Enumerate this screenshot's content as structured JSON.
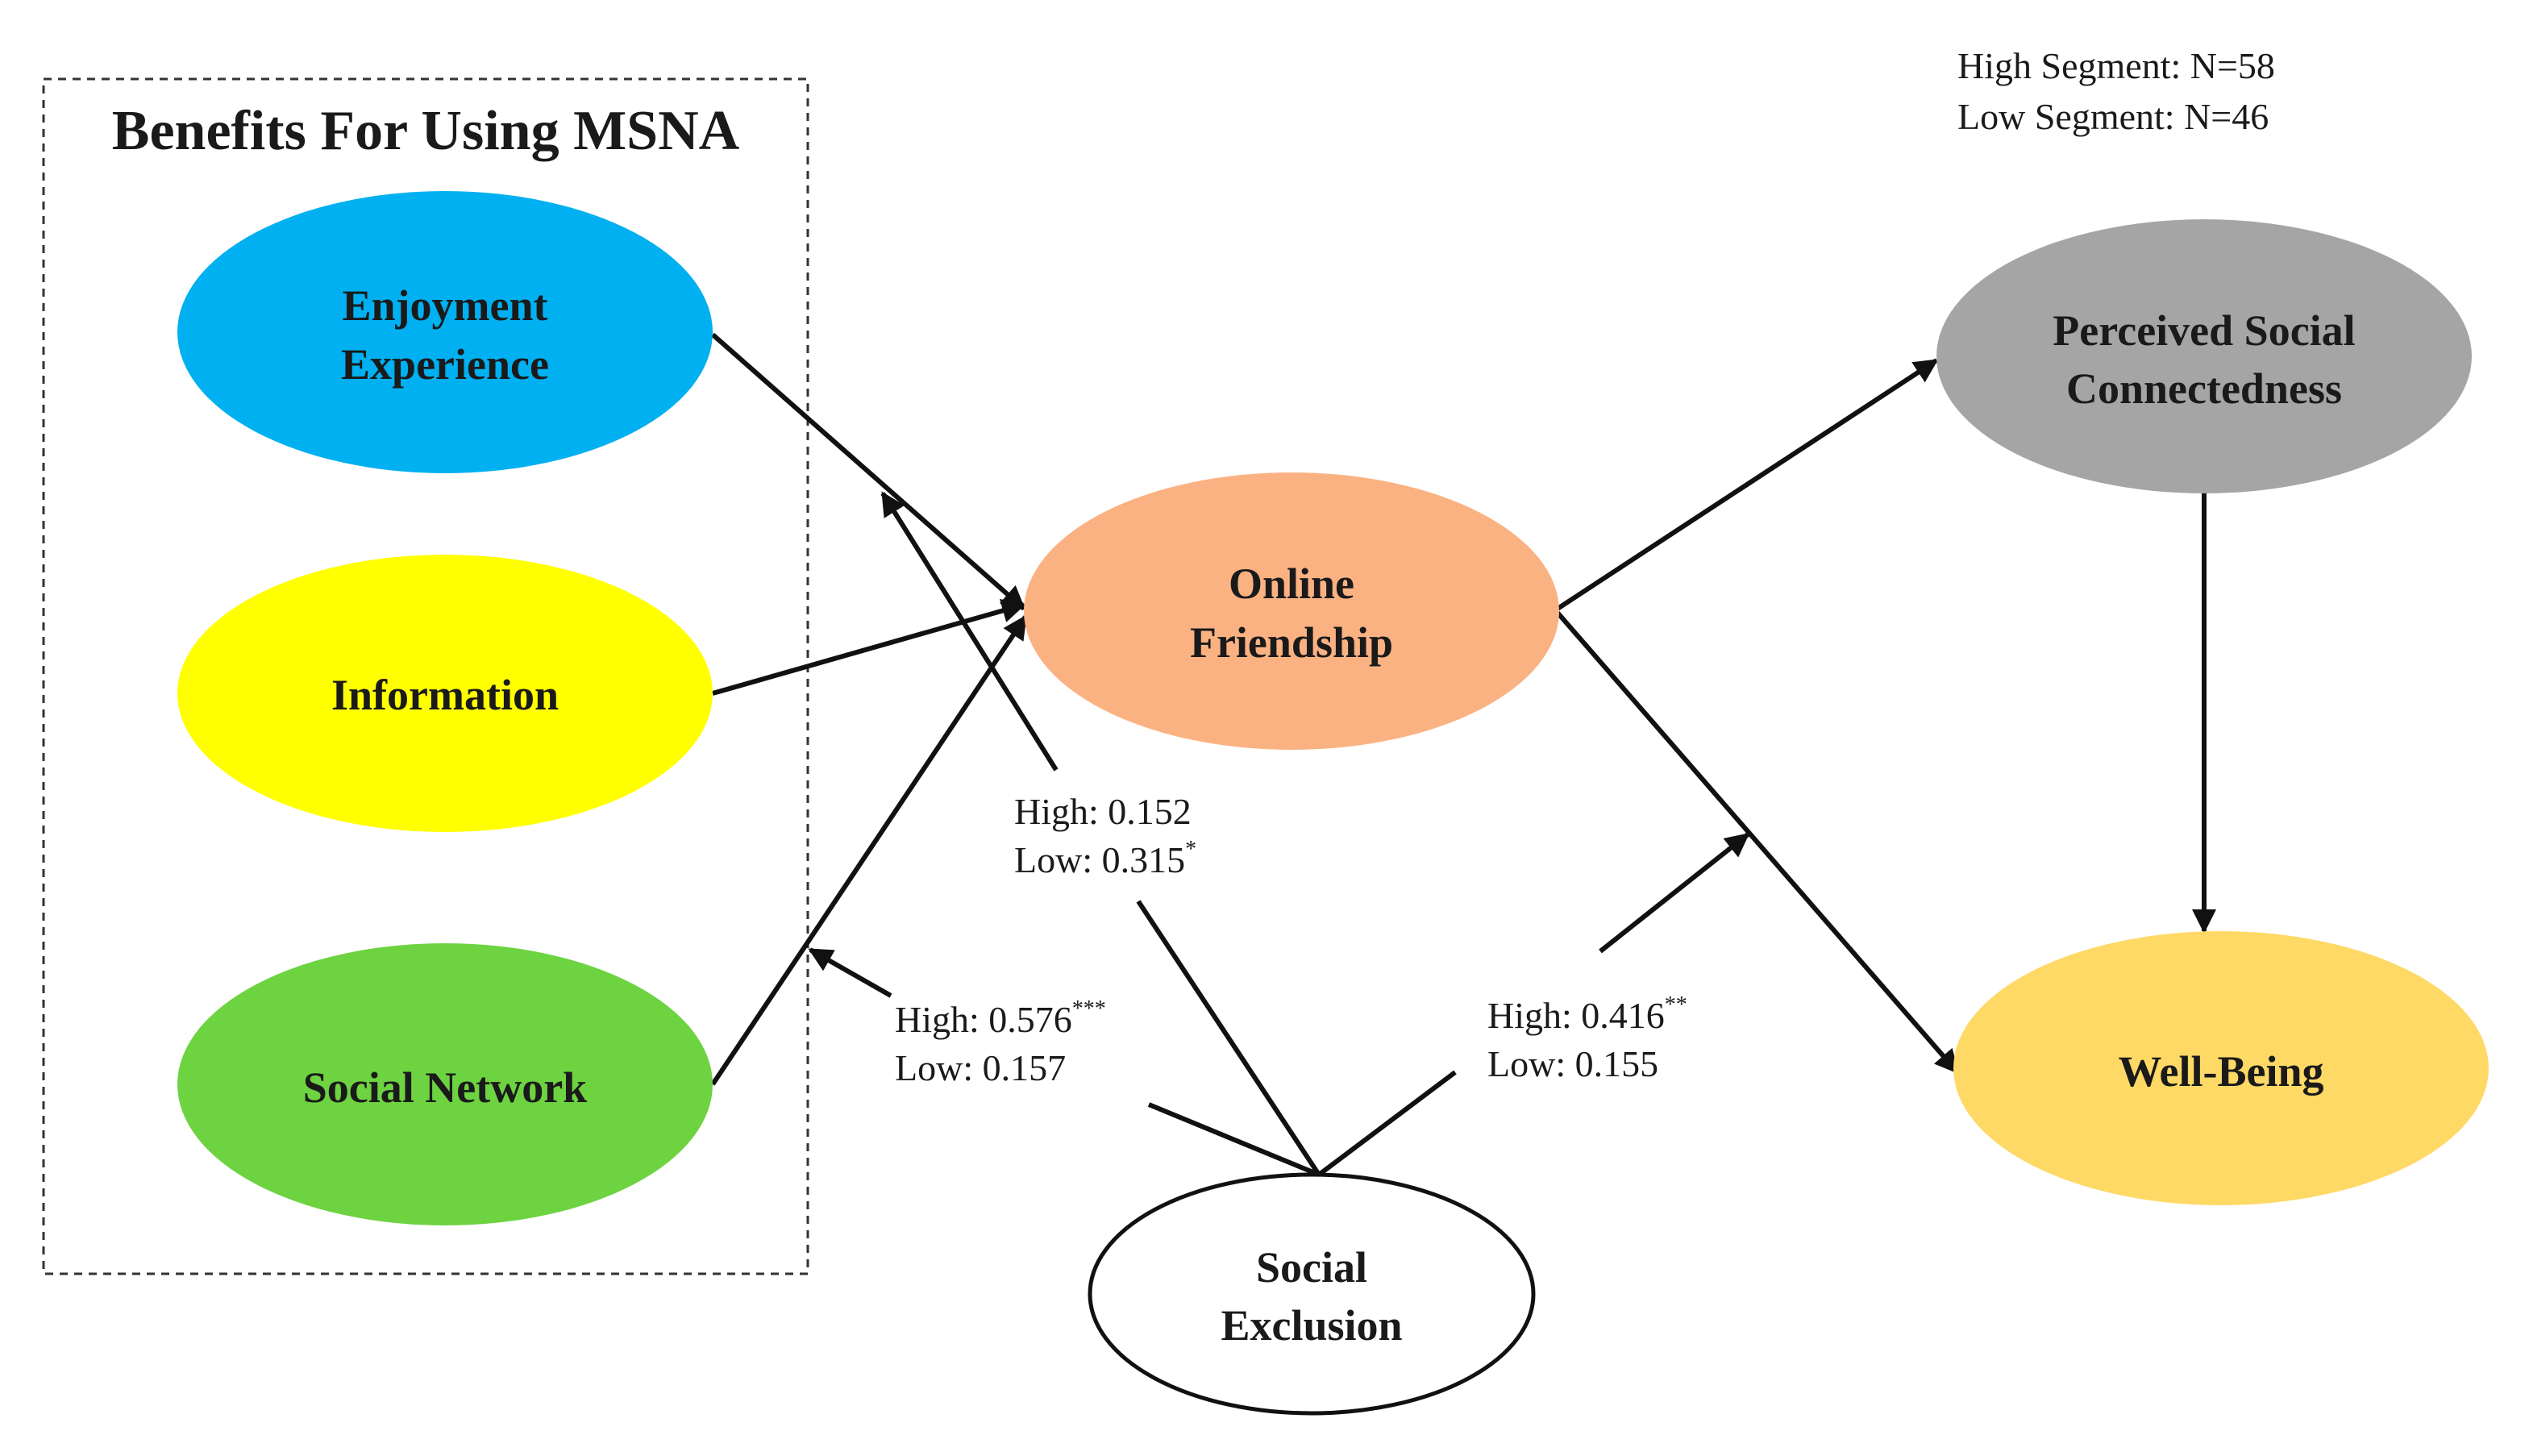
{
  "group": {
    "title": "Benefits For Using MSNA"
  },
  "sample": {
    "high": "High Segment: N=58",
    "low": "Low Segment: N=46"
  },
  "nodes": {
    "enjoyment": {
      "line1": "Enjoyment",
      "line2": "Experience",
      "color": "#00b0f0"
    },
    "information": {
      "line1": "Information",
      "color": "#ffff00"
    },
    "social_network": {
      "line1": "Social Network",
      "color": "#6dd340"
    },
    "online_friendship": {
      "line1": "Online",
      "line2": "Friendship",
      "color": "#fbb282"
    },
    "perceived_social": {
      "line1": "Perceived Social",
      "line2": "Connectedness",
      "color": "#a5a5a5"
    },
    "well_being": {
      "line1": "Well-Being",
      "color": "#ffd966"
    },
    "social_exclusion": {
      "line1": "Social",
      "line2": "Exclusion",
      "color": "#ffffff"
    }
  },
  "moderation": {
    "enjoyment_path": {
      "high": "High: 0.152",
      "low": "Low: 0.315",
      "low_sig": "*"
    },
    "social_network_path": {
      "high": "High: 0.576",
      "high_sig": "***",
      "low": "Low: 0.157"
    },
    "wellbeing_path": {
      "high": "High: 0.416",
      "high_sig": "**",
      "low": "Low: 0.155"
    }
  }
}
